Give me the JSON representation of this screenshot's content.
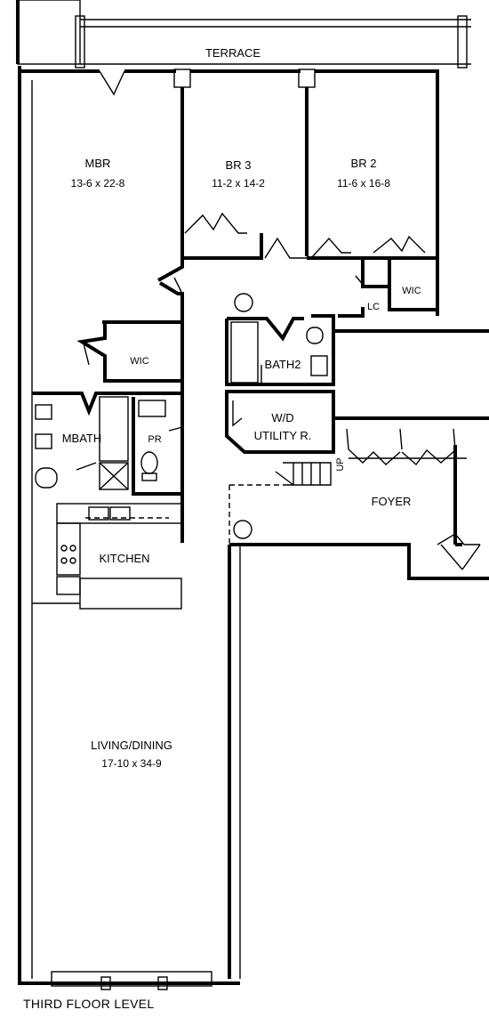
{
  "floor_label": "THIRD FLOOR LEVEL",
  "rooms": {
    "terrace": "TERRACE",
    "mbr": "MBR",
    "mbr_size": "13-6 x 22-8",
    "br3": "BR 3",
    "br3_size": "11-2 x 14-2",
    "br2": "BR 2",
    "br2_size": "11-6 x 16-8",
    "wic_br2": "WIC",
    "lc": "LC",
    "wic_mbr": "WIC",
    "bath2": "BATH2",
    "wd": "W/D",
    "utility": "UTILITY R.",
    "mbath": "MBATH",
    "pr": "PR",
    "foyer": "FOYER",
    "up": "UP",
    "kitchen": "KITCHEN",
    "living": "LIVING/DINING",
    "living_size": "17-10 x 34-9"
  }
}
